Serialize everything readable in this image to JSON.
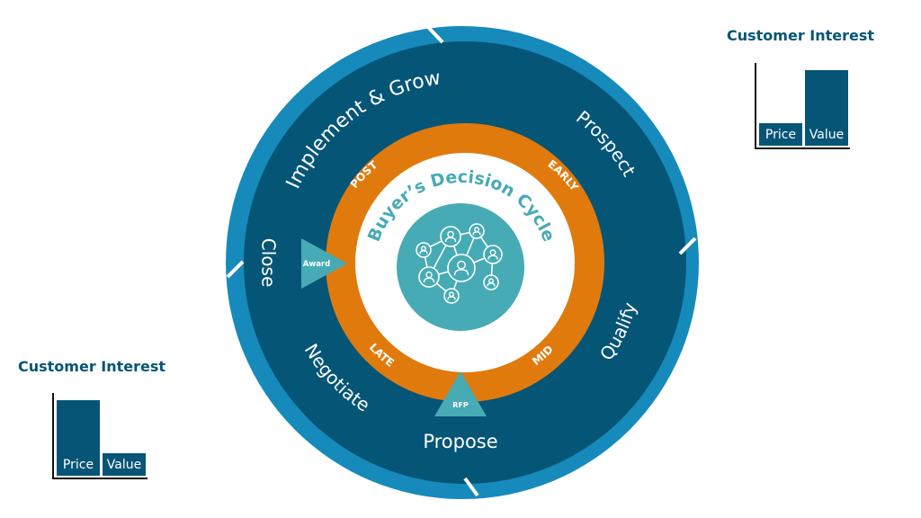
{
  "colors": {
    "outer_ring": "#168ABB",
    "stage_ring": "#055577",
    "phase_ring": "#E07A0C",
    "inner_white": "#FFFFFF",
    "core": "#46ABB5",
    "marker": "#46ABB5",
    "title_text": "#065577",
    "center_title": "#46ABB5"
  },
  "center": {
    "title": "Buyer’s Decision Cycle",
    "icon": "people-network-icon"
  },
  "phases": [
    {
      "label": "POST"
    },
    {
      "label": "EARLY"
    },
    {
      "label": "MID"
    },
    {
      "label": "LATE"
    }
  ],
  "stages": [
    {
      "label": "Implement & Grow"
    },
    {
      "label": "Prospect"
    },
    {
      "label": "Qualify"
    },
    {
      "label": "Propose"
    },
    {
      "label": "Negotiate"
    },
    {
      "label": "Close"
    }
  ],
  "markers": [
    {
      "label": "Award",
      "shape": "triangle-right"
    },
    {
      "label": "RFP",
      "shape": "triangle-up"
    }
  ],
  "customer_interest_panels": [
    {
      "title": "Customer Interest",
      "position": "top-right",
      "bars": [
        {
          "label": "Price",
          "level": 0.28
        },
        {
          "label": "Value",
          "level": 0.95
        }
      ]
    },
    {
      "title": "Customer Interest",
      "position": "bottom-left",
      "bars": [
        {
          "label": "Price",
          "level": 0.95
        },
        {
          "label": "Value",
          "level": 0.28
        }
      ]
    }
  ]
}
